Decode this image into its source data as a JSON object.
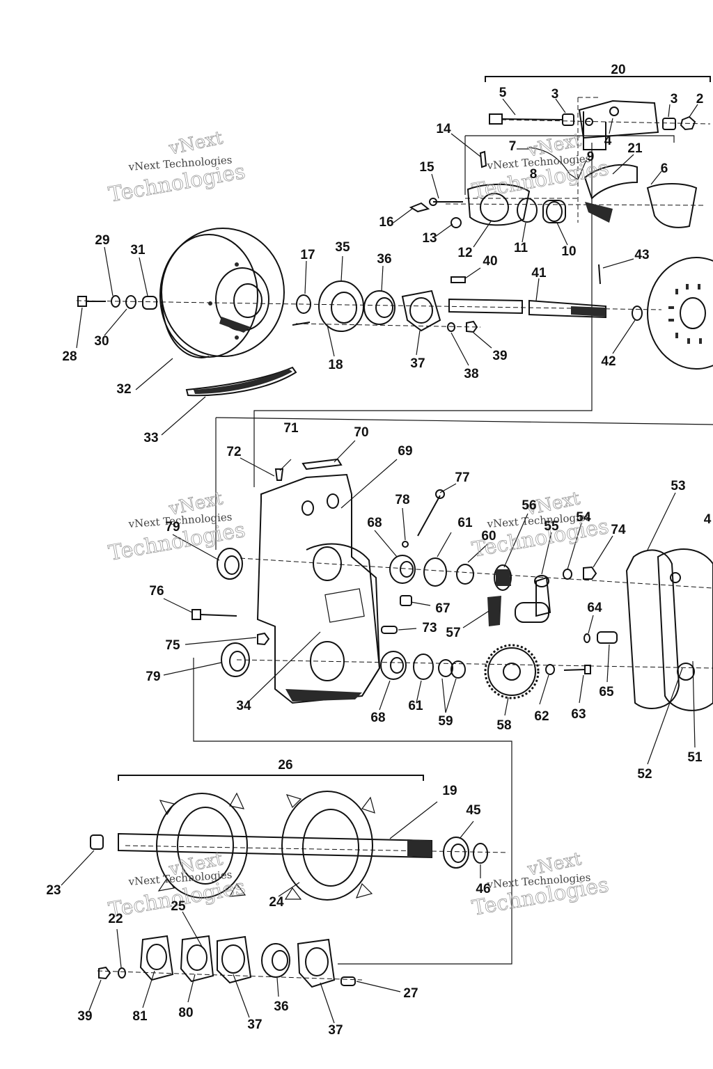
{
  "watermark": {
    "line1": "vNext",
    "line2": "vNext Technologies",
    "line3": "Technologies"
  },
  "labels": [
    {
      "id": "20",
      "text": "20"
    },
    {
      "id": "5",
      "text": "5"
    },
    {
      "id": "3a",
      "text": "3"
    },
    {
      "id": "3b",
      "text": "3"
    },
    {
      "id": "2",
      "text": "2"
    },
    {
      "id": "4",
      "text": "4"
    },
    {
      "id": "21",
      "text": "21"
    },
    {
      "id": "14",
      "text": "14"
    },
    {
      "id": "7",
      "text": "7"
    },
    {
      "id": "9",
      "text": "9"
    },
    {
      "id": "6",
      "text": "6"
    },
    {
      "id": "8",
      "text": "8"
    },
    {
      "id": "15",
      "text": "15"
    },
    {
      "id": "16",
      "text": "16"
    },
    {
      "id": "13",
      "text": "13"
    },
    {
      "id": "12",
      "text": "12"
    },
    {
      "id": "11",
      "text": "11"
    },
    {
      "id": "10",
      "text": "10"
    },
    {
      "id": "29",
      "text": "29"
    },
    {
      "id": "31",
      "text": "31"
    },
    {
      "id": "17",
      "text": "17"
    },
    {
      "id": "35",
      "text": "35"
    },
    {
      "id": "36a",
      "text": "36"
    },
    {
      "id": "40",
      "text": "40"
    },
    {
      "id": "41",
      "text": "41"
    },
    {
      "id": "43",
      "text": "43"
    },
    {
      "id": "28",
      "text": "28"
    },
    {
      "id": "30",
      "text": "30"
    },
    {
      "id": "18",
      "text": "18"
    },
    {
      "id": "37a",
      "text": "37"
    },
    {
      "id": "38",
      "text": "38"
    },
    {
      "id": "39a",
      "text": "39"
    },
    {
      "id": "42",
      "text": "42"
    },
    {
      "id": "32",
      "text": "32"
    },
    {
      "id": "33",
      "text": "33"
    },
    {
      "id": "71",
      "text": "71"
    },
    {
      "id": "70",
      "text": "70"
    },
    {
      "id": "72",
      "text": "72"
    },
    {
      "id": "69",
      "text": "69"
    },
    {
      "id": "77",
      "text": "77"
    },
    {
      "id": "53",
      "text": "53"
    },
    {
      "id": "4b",
      "text": "4"
    },
    {
      "id": "78",
      "text": "78"
    },
    {
      "id": "56",
      "text": "56"
    },
    {
      "id": "79a",
      "text": "79"
    },
    {
      "id": "68a",
      "text": "68"
    },
    {
      "id": "61a",
      "text": "61"
    },
    {
      "id": "55",
      "text": "55"
    },
    {
      "id": "54",
      "text": "54"
    },
    {
      "id": "74",
      "text": "74"
    },
    {
      "id": "60",
      "text": "60"
    },
    {
      "id": "76",
      "text": "76"
    },
    {
      "id": "67",
      "text": "67"
    },
    {
      "id": "73",
      "text": "73"
    },
    {
      "id": "57",
      "text": "57"
    },
    {
      "id": "64",
      "text": "64"
    },
    {
      "id": "75",
      "text": "75"
    },
    {
      "id": "79b",
      "text": "79"
    },
    {
      "id": "34",
      "text": "34"
    },
    {
      "id": "68b",
      "text": "68"
    },
    {
      "id": "61b",
      "text": "61"
    },
    {
      "id": "59",
      "text": "59"
    },
    {
      "id": "58",
      "text": "58"
    },
    {
      "id": "62",
      "text": "62"
    },
    {
      "id": "63",
      "text": "63"
    },
    {
      "id": "65",
      "text": "65"
    },
    {
      "id": "52",
      "text": "52"
    },
    {
      "id": "51",
      "text": "51"
    },
    {
      "id": "26",
      "text": "26"
    },
    {
      "id": "19",
      "text": "19"
    },
    {
      "id": "45",
      "text": "45"
    },
    {
      "id": "23",
      "text": "23"
    },
    {
      "id": "46",
      "text": "46"
    },
    {
      "id": "24",
      "text": "24"
    },
    {
      "id": "25",
      "text": "25"
    },
    {
      "id": "22",
      "text": "22"
    },
    {
      "id": "27",
      "text": "27"
    },
    {
      "id": "36b",
      "text": "36"
    },
    {
      "id": "39b",
      "text": "39"
    },
    {
      "id": "81",
      "text": "81"
    },
    {
      "id": "80",
      "text": "80"
    },
    {
      "id": "37b",
      "text": "37"
    },
    {
      "id": "37c",
      "text": "37"
    }
  ]
}
